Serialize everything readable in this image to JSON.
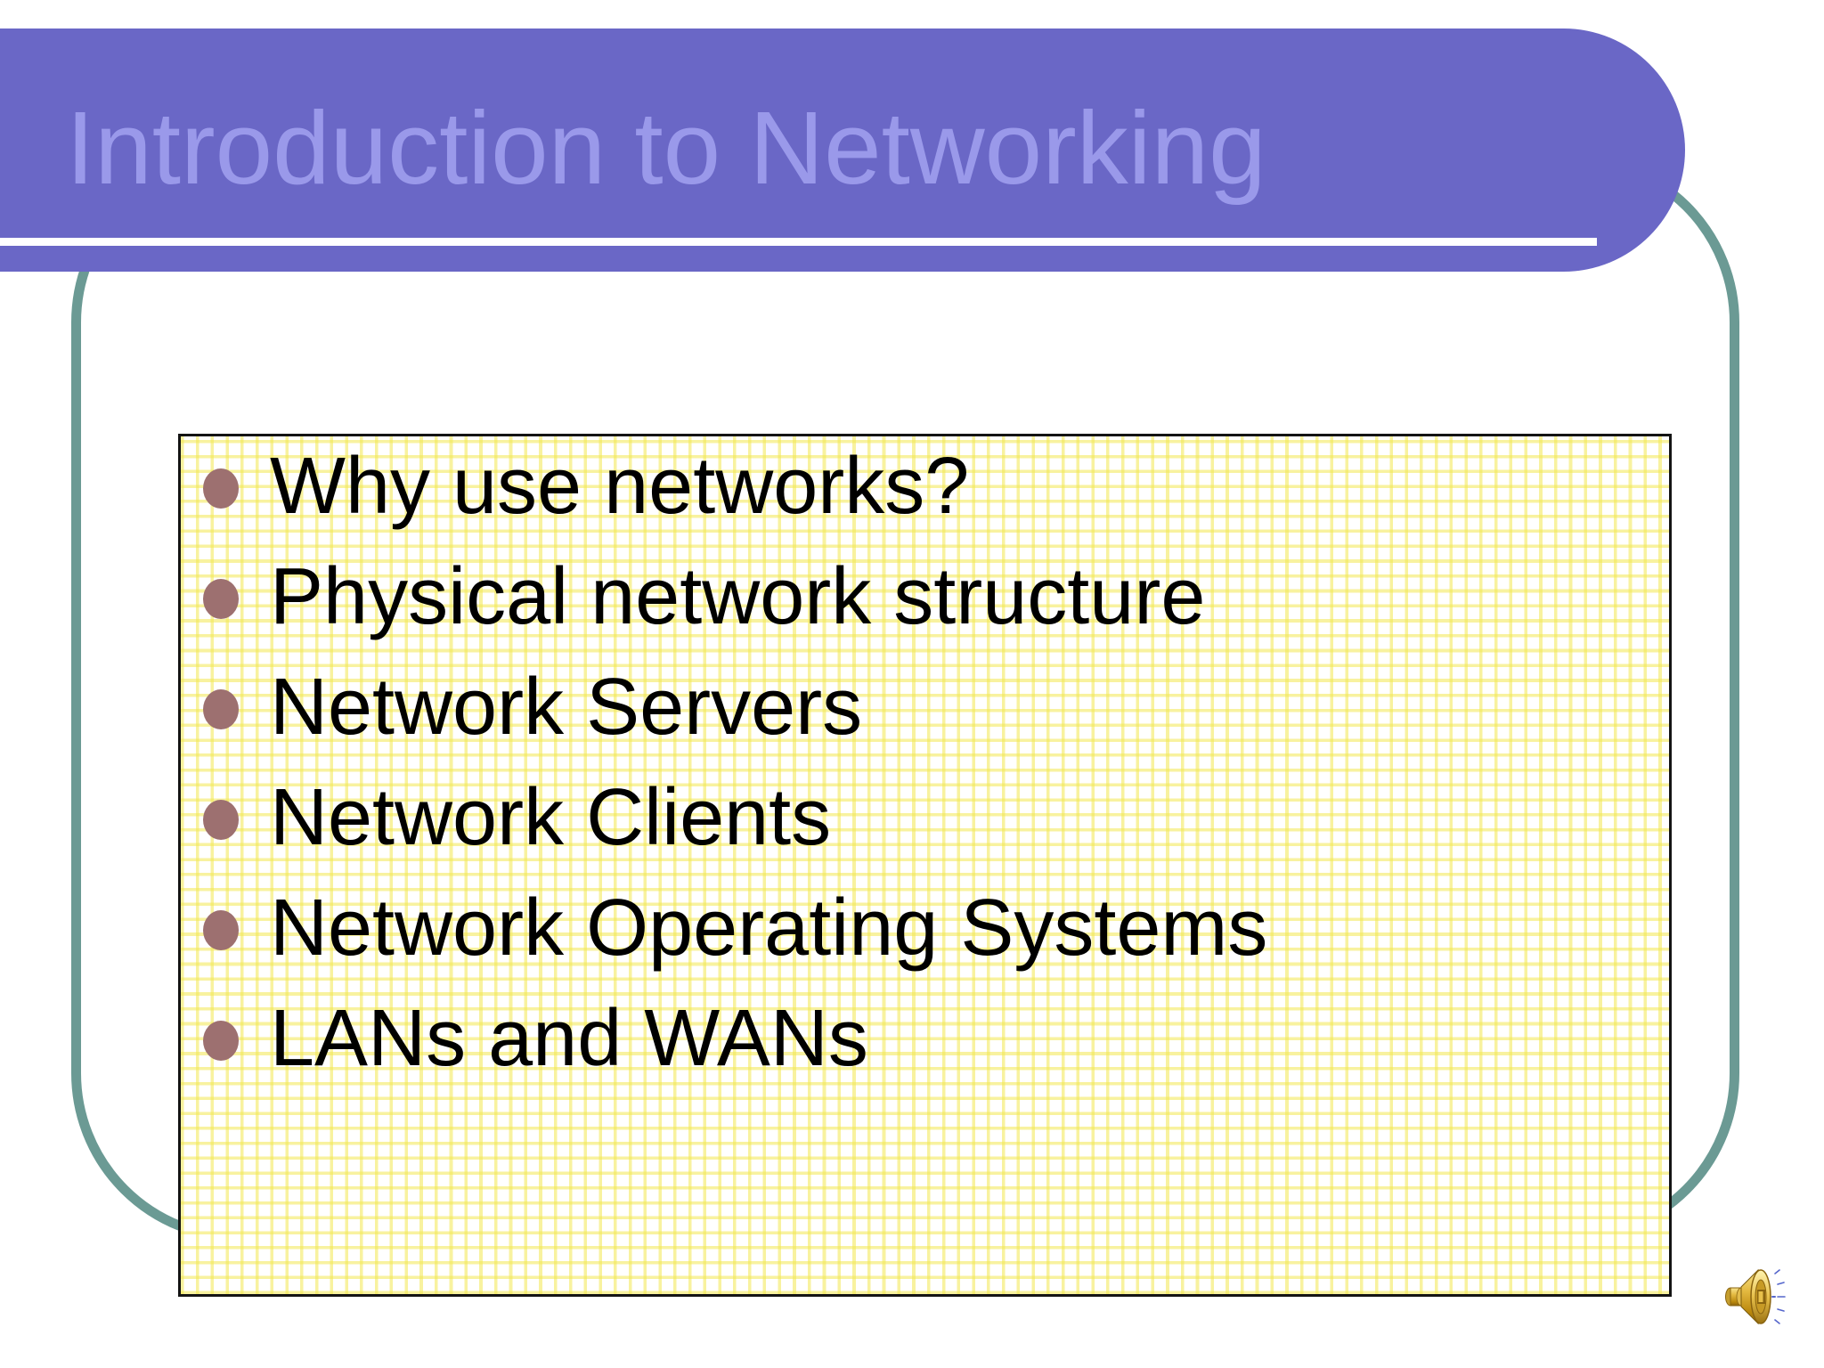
{
  "slide": {
    "title": "Introduction to Networking",
    "bullets": [
      "Why use networks?",
      "Physical network structure",
      "Network Servers",
      "Network Clients",
      "Network Operating Systems",
      "LANs and WANs"
    ],
    "colors": {
      "header_bg": "#6A67C6",
      "title_text": "#9A99EA",
      "divider": "#FFFFFF",
      "frame_teal": "#6B9A94",
      "bullet_dot": "#9D7070",
      "grid_line": "#F2E750",
      "box_border": "#141414",
      "body_text": "#000000",
      "speaker_gold": "#D8A62F",
      "speaker_wave_blue": "#5566CC"
    }
  }
}
